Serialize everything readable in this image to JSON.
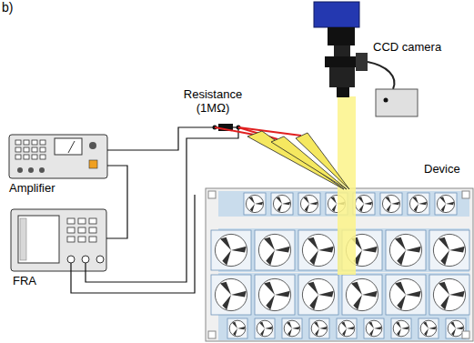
{
  "diagram": {
    "labels": [
      "b)",
      "CCD camera",
      "Resistance (1MΩ)",
      "Amplifier",
      "FRA",
      "Device"
    ]
  }
}
